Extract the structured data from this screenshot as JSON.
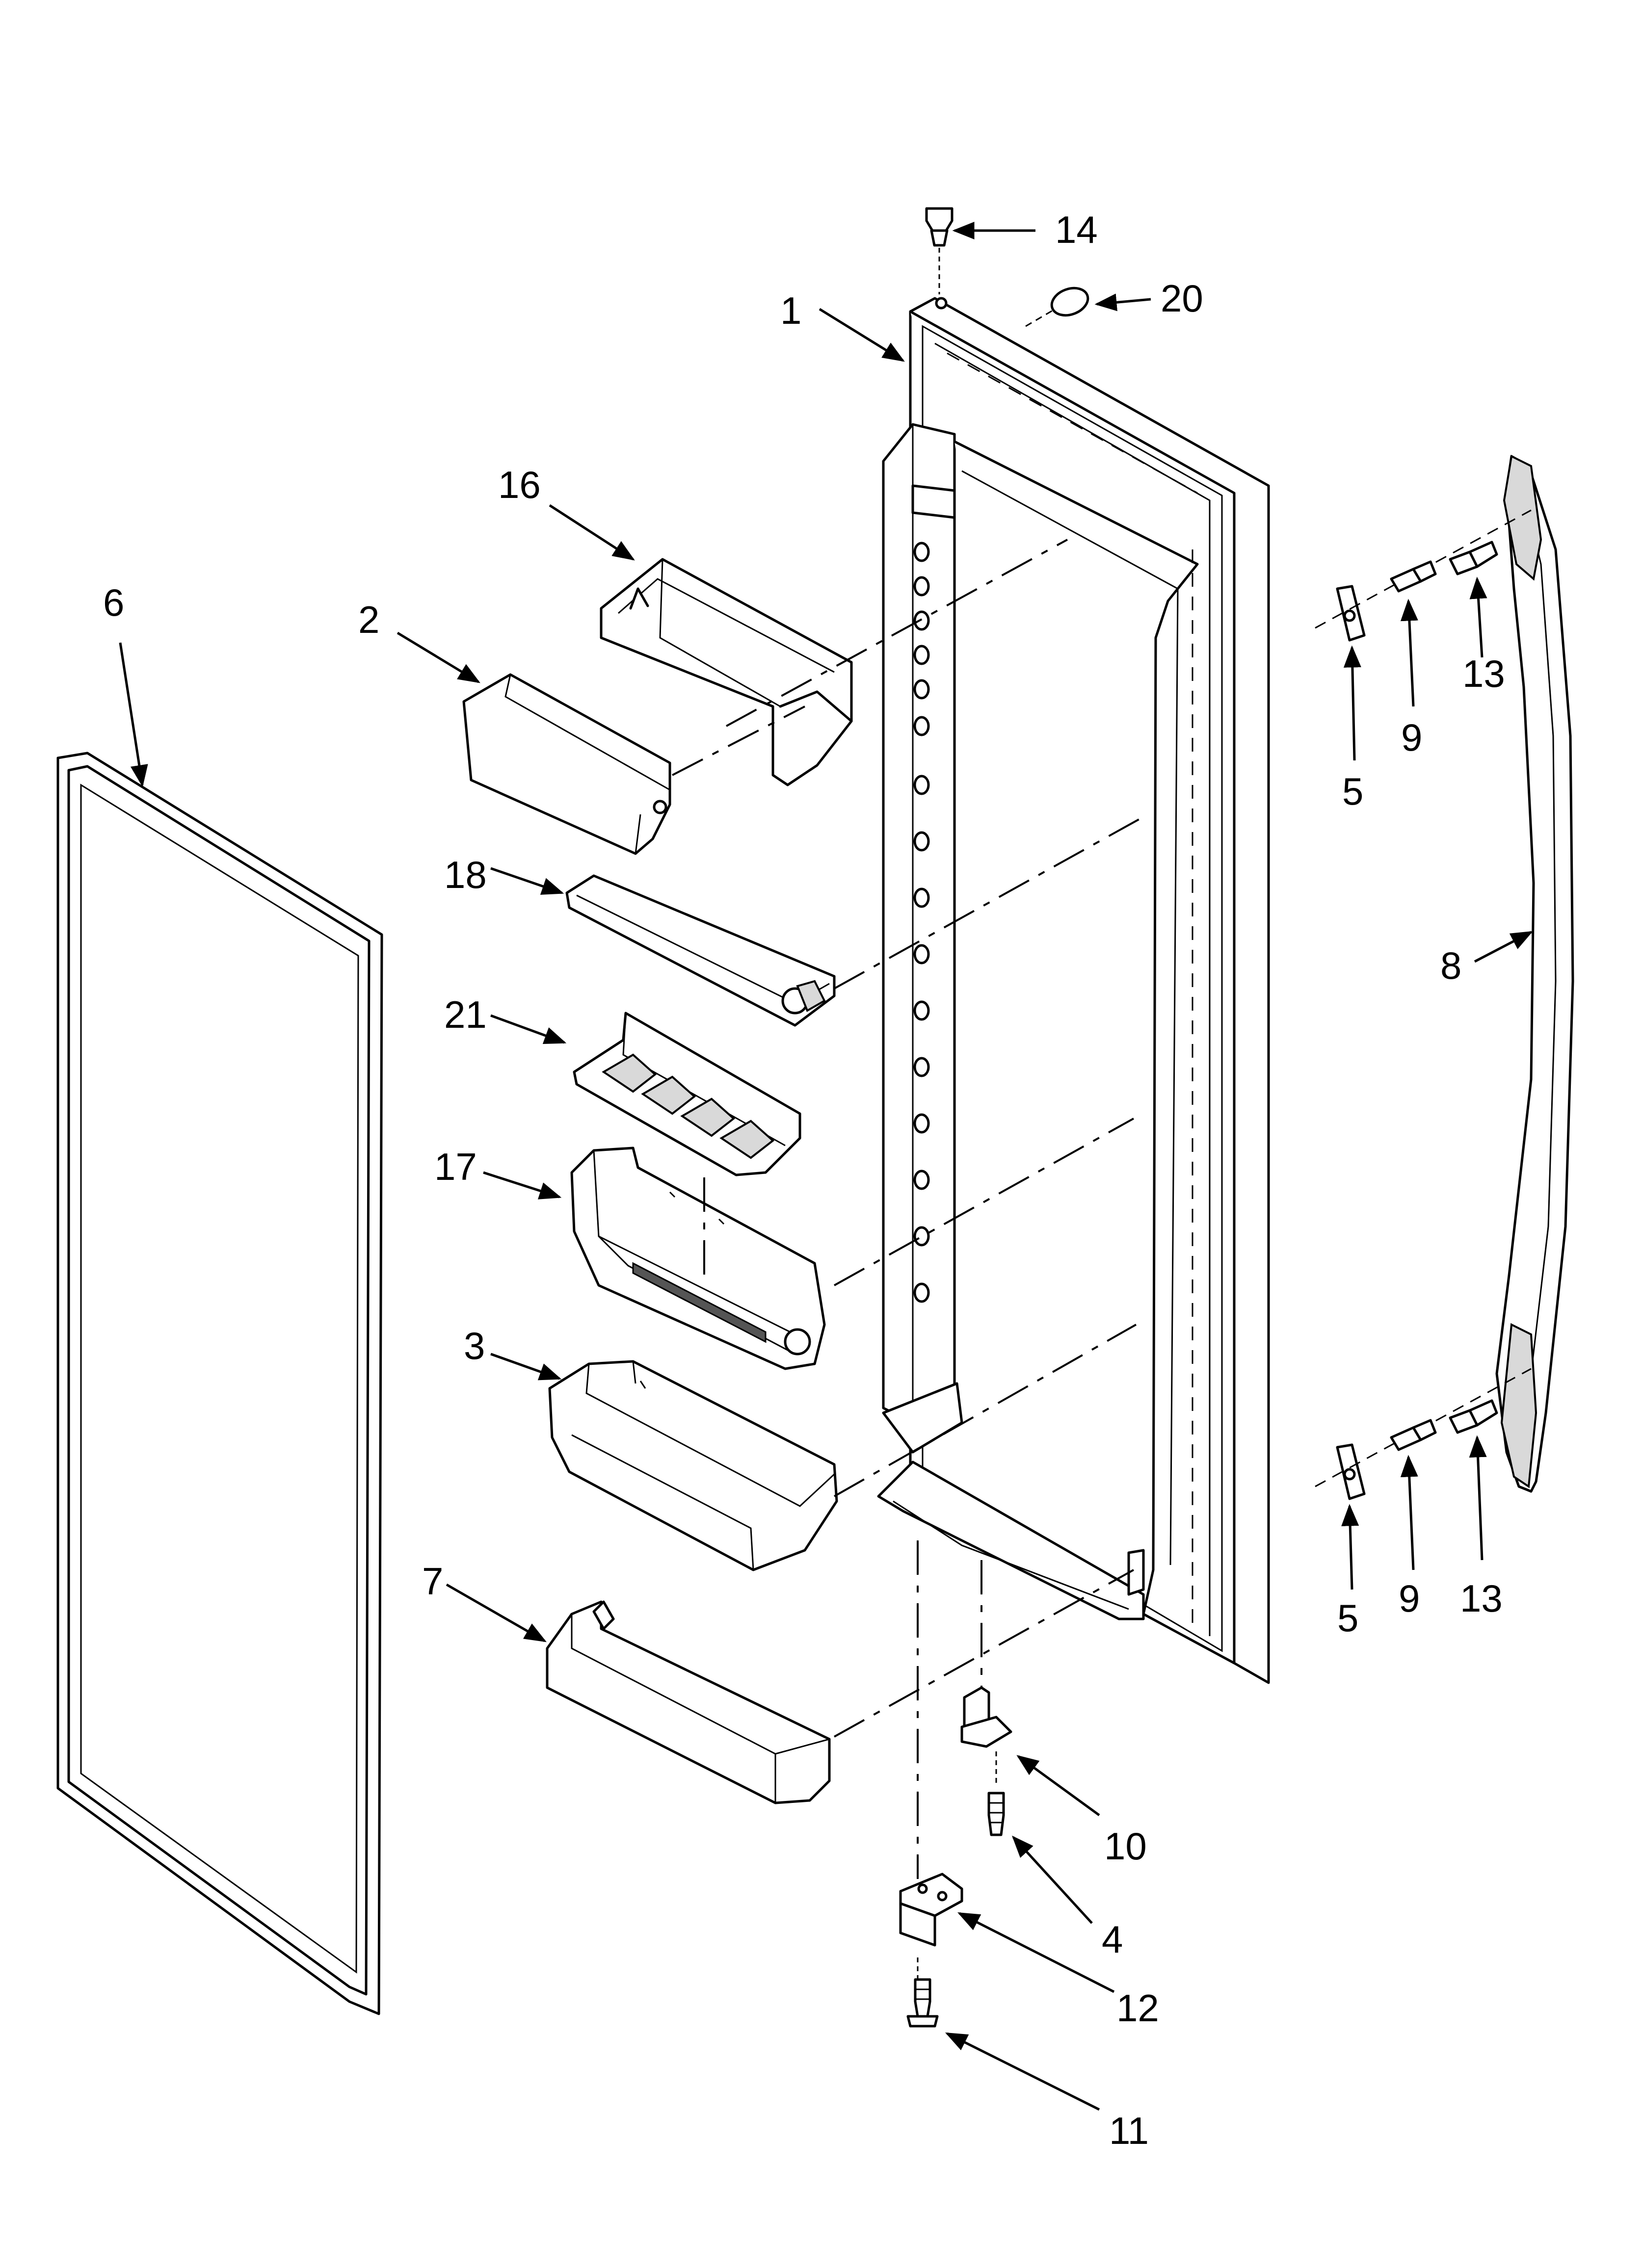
{
  "callouts": {
    "c1": "1",
    "c2": "2",
    "c3": "3",
    "c4": "4",
    "c5a": "5",
    "c5b": "5",
    "c6": "6",
    "c7": "7",
    "c8": "8",
    "c9a": "9",
    "c9b": "9",
    "c10": "10",
    "c11": "11",
    "c12": "12",
    "c13a": "13",
    "c13b": "13",
    "c14": "14",
    "c16": "16",
    "c17": "17",
    "c18": "18",
    "c20": "20",
    "c21": "21"
  },
  "colors": {
    "line": "#000000",
    "background": "#ffffff",
    "shade": "#d9d9d9"
  }
}
